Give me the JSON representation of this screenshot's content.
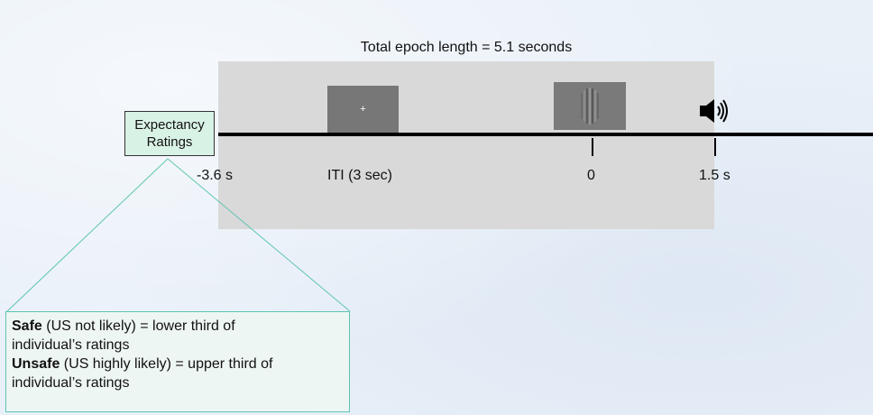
{
  "title": "Total epoch length = 5.1 seconds",
  "expectancy_box": {
    "line1": "Expectancy",
    "line2": "Ratings"
  },
  "timeline": {
    "start_label": "-3.6 s",
    "iti_label": "ITI (3 sec)",
    "zero_label": "0",
    "us_label": "1.5 s"
  },
  "fixation_symbol": "+",
  "icons": {
    "sound": "speaker-icon",
    "stimulus": "gabor-patch-icon"
  },
  "definitions": {
    "safe_term": "Safe",
    "safe_line1": " (US not likely) = lower third of",
    "safe_line2": "individual’s ratings",
    "unsafe_term": "Unsafe",
    "unsafe_line1": " (US highly likely) = upper third of",
    "unsafe_line2": "individual’s ratings"
  },
  "colors": {
    "epoch_box": "#d9d9d9",
    "expectancy_fill": "#d9f2e6",
    "zoom_lines": "#5ec4b3",
    "stimulus_screen": "#777777"
  }
}
